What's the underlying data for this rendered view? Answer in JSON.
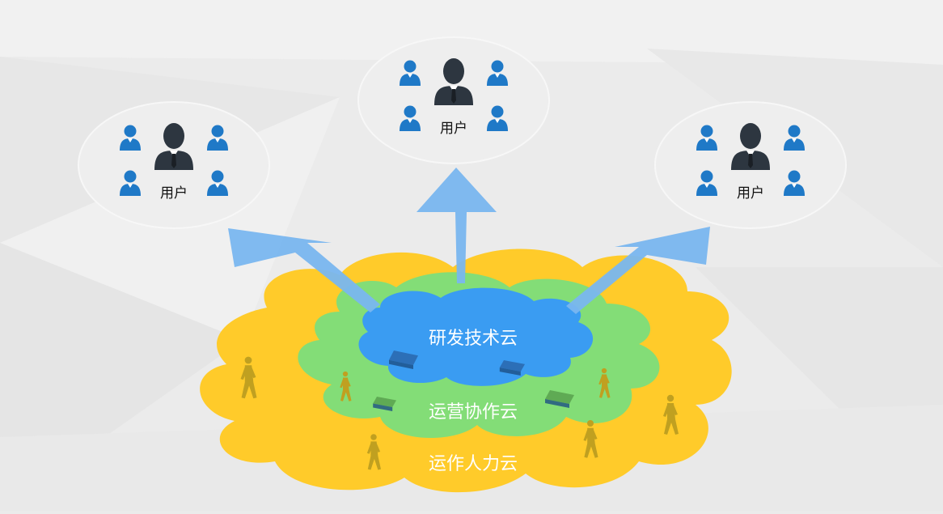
{
  "colors": {
    "background": "#ebebeb",
    "bubble_fill": "#eeeeee",
    "arrow_blue": "#79b6ef",
    "cloud_outer": "#ffcb2a",
    "cloud_middle": "#83dd77",
    "cloud_inner": "#3a9cf2",
    "user_small": "#1f79c7",
    "user_big": "#2d3640",
    "walker": "#c0a020",
    "box_inner": "#2c6fb7",
    "box_middle": "#5faa54"
  },
  "bubbles": [
    {
      "label": "用户"
    },
    {
      "label": "用户"
    },
    {
      "label": "用户"
    }
  ],
  "clouds": {
    "inner_label": "研发技术云",
    "middle_label": "运营协作云",
    "outer_label": "运作人力云"
  },
  "icons": {
    "user_small": "user-icon",
    "user_big": "user-manager-icon",
    "walker": "walking-person-icon",
    "box": "server-box-icon",
    "arrow": "arrow-icon"
  }
}
